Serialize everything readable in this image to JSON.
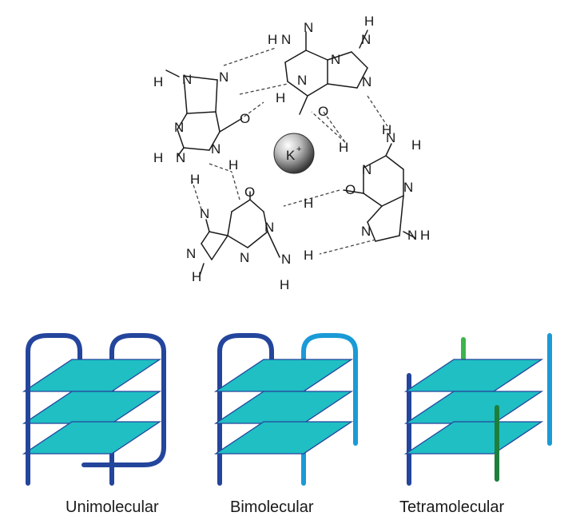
{
  "quartet": {
    "ion_label": "K",
    "ion_charge": "+",
    "atoms": {
      "N": "N",
      "H": "H",
      "O": "O"
    }
  },
  "topologies": [
    {
      "label": "Unimolecular"
    },
    {
      "label": "Bimolecular"
    },
    {
      "label": "Tetramolecular"
    }
  ],
  "colors": {
    "plane": "#1fbfc4",
    "strand_dark_blue": "#24459c",
    "strand_light_blue": "#1a9ad6",
    "strand_green": "#1e7e3c",
    "strand_light_green": "#3cb44b",
    "bond": "#1a1a1a"
  }
}
